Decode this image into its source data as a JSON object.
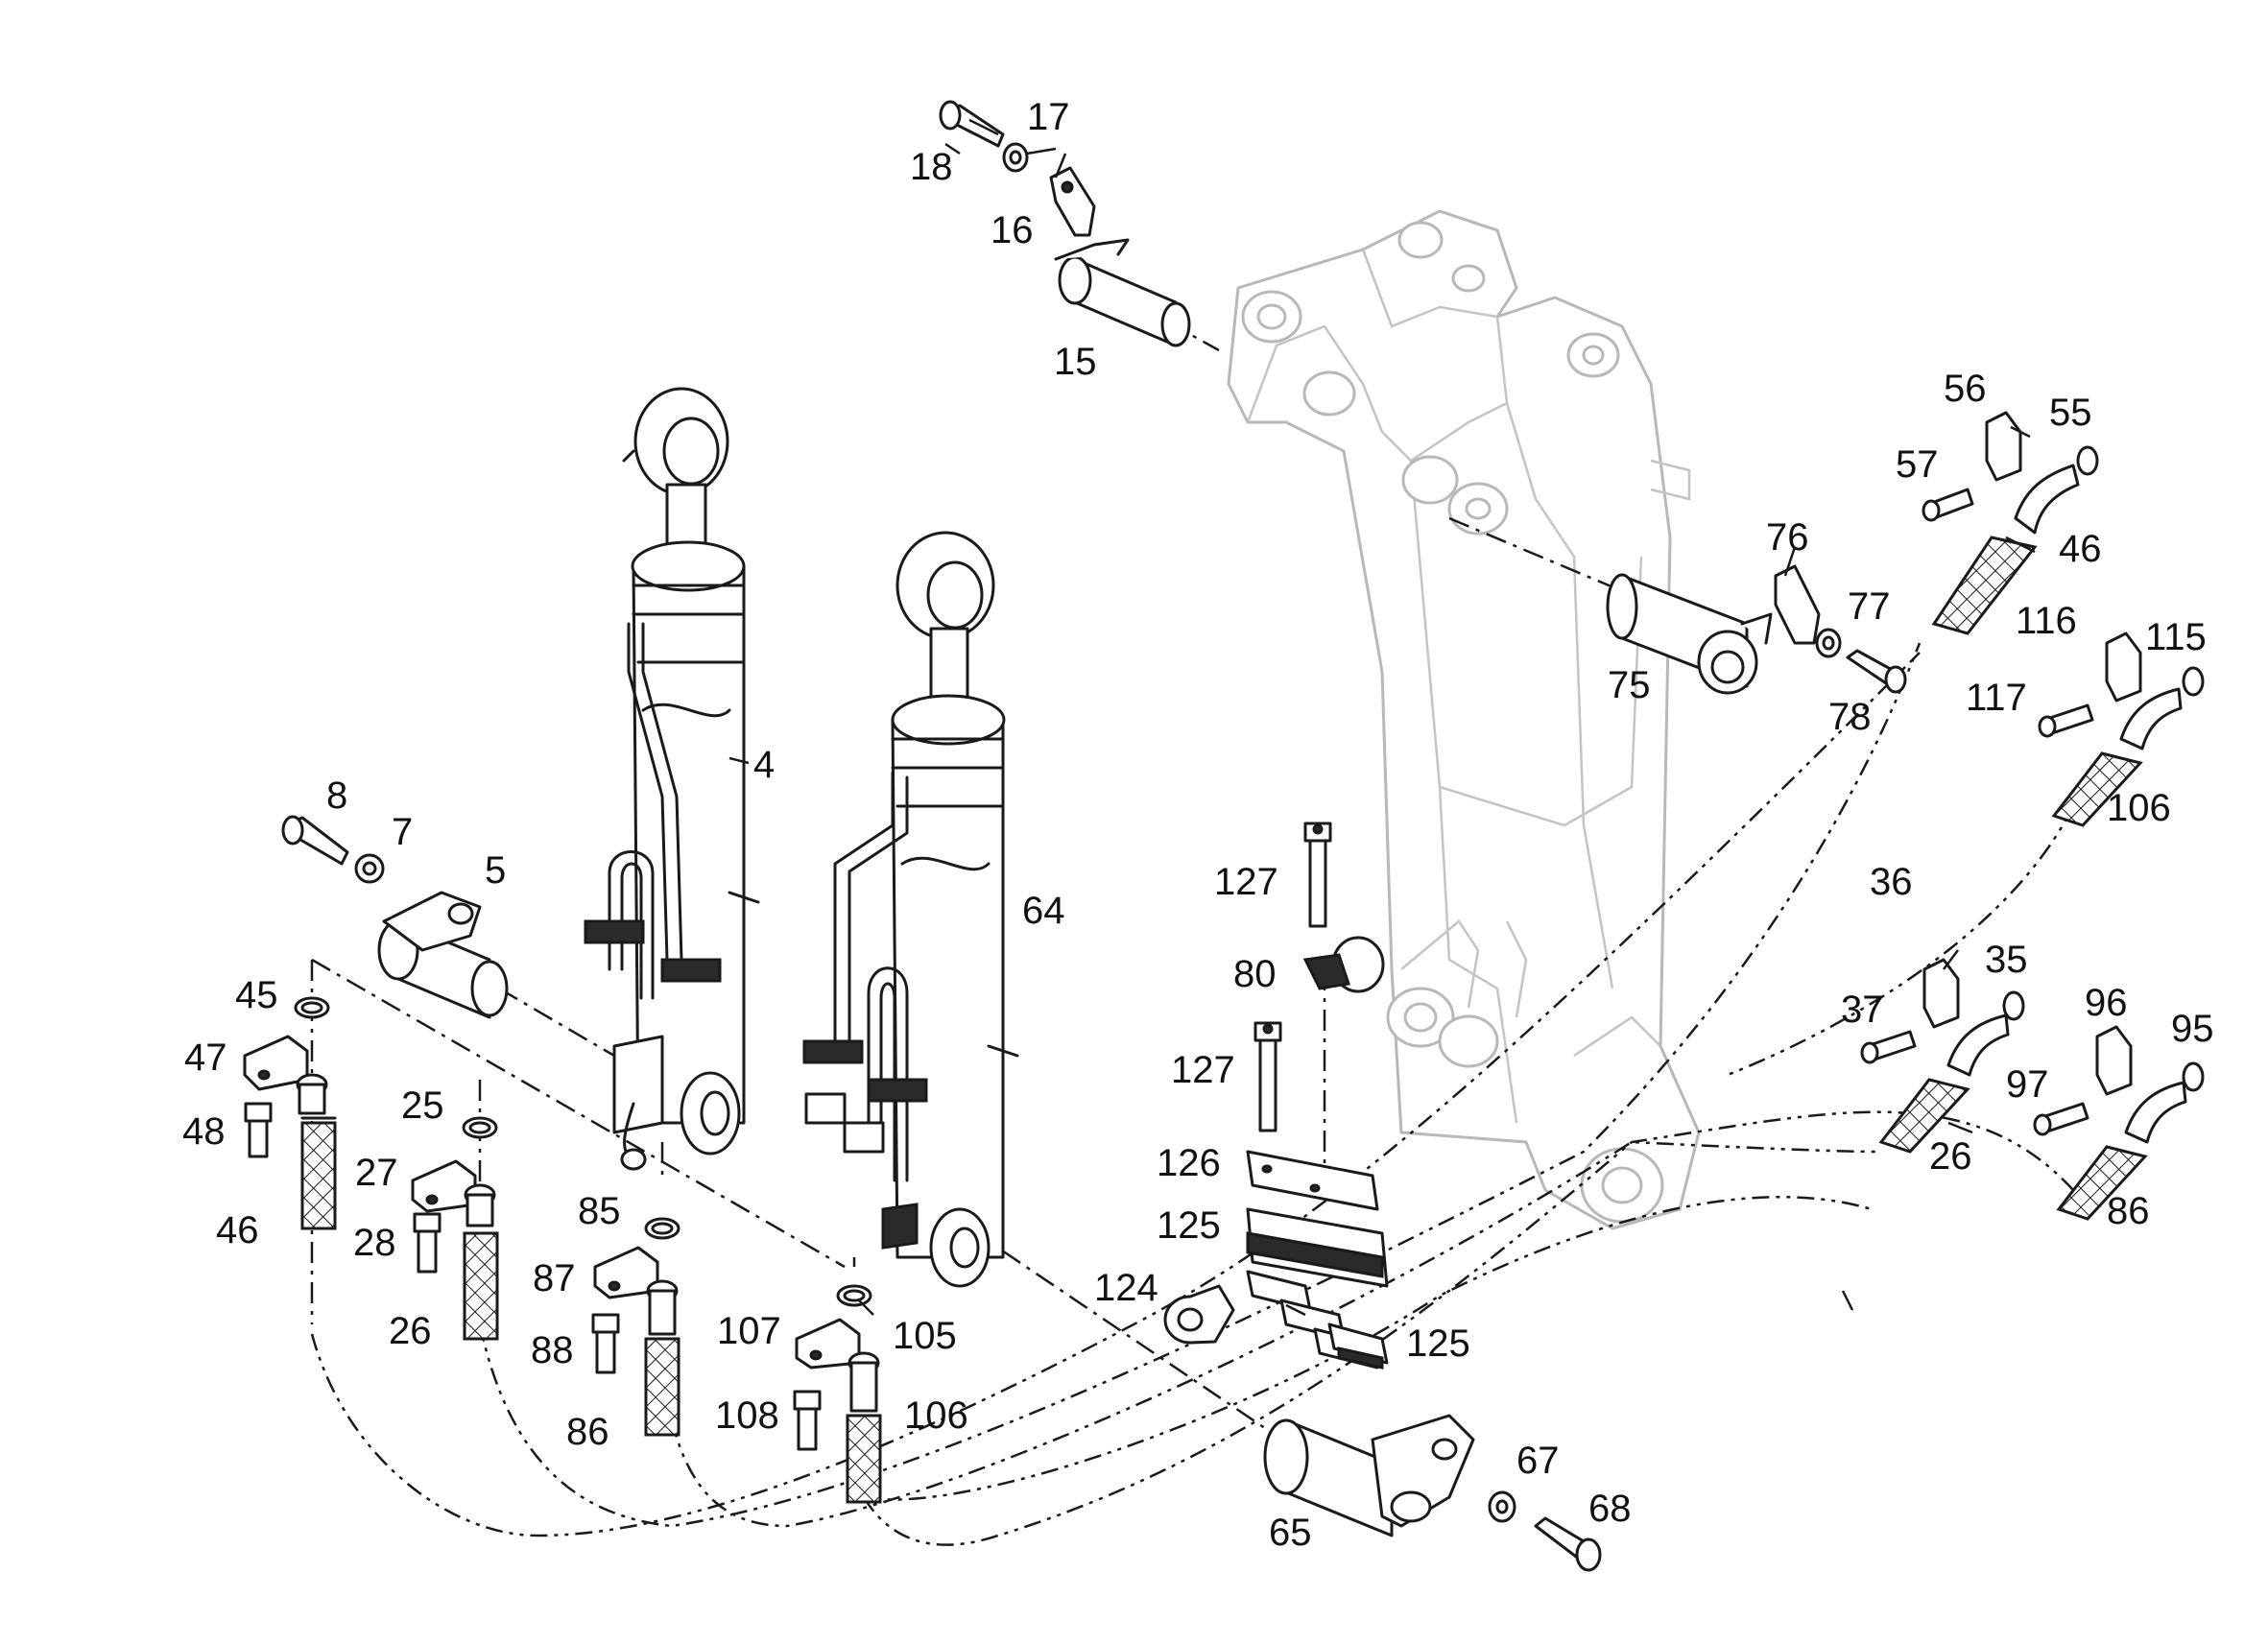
{
  "callouts": [
    {
      "id": "c18",
      "text": "18"
    },
    {
      "id": "c17",
      "text": "17"
    },
    {
      "id": "c16",
      "text": "16"
    },
    {
      "id": "c15",
      "text": "15"
    },
    {
      "id": "c4",
      "text": "4"
    },
    {
      "id": "c8",
      "text": "8"
    },
    {
      "id": "c7",
      "text": "7"
    },
    {
      "id": "c5",
      "text": "5"
    },
    {
      "id": "c64",
      "text": "64"
    },
    {
      "id": "c45",
      "text": "45"
    },
    {
      "id": "c47",
      "text": "47"
    },
    {
      "id": "c48",
      "text": "48"
    },
    {
      "id": "c46a",
      "text": "46"
    },
    {
      "id": "c25",
      "text": "25"
    },
    {
      "id": "c27",
      "text": "27"
    },
    {
      "id": "c28",
      "text": "28"
    },
    {
      "id": "c26a",
      "text": "26"
    },
    {
      "id": "c85",
      "text": "85"
    },
    {
      "id": "c87",
      "text": "87"
    },
    {
      "id": "c88",
      "text": "88"
    },
    {
      "id": "c86a",
      "text": "86"
    },
    {
      "id": "c107",
      "text": "107"
    },
    {
      "id": "c105",
      "text": "105"
    },
    {
      "id": "c108",
      "text": "108"
    },
    {
      "id": "c106a",
      "text": "106"
    },
    {
      "id": "c56",
      "text": "56"
    },
    {
      "id": "c55",
      "text": "55"
    },
    {
      "id": "c57",
      "text": "57"
    },
    {
      "id": "c46b",
      "text": "46"
    },
    {
      "id": "c76",
      "text": "76"
    },
    {
      "id": "c77",
      "text": "77"
    },
    {
      "id": "c75",
      "text": "75"
    },
    {
      "id": "c78",
      "text": "78"
    },
    {
      "id": "c116",
      "text": "116"
    },
    {
      "id": "c115",
      "text": "115"
    },
    {
      "id": "c117",
      "text": "117"
    },
    {
      "id": "c106b",
      "text": "106"
    },
    {
      "id": "c36",
      "text": "36"
    },
    {
      "id": "c35",
      "text": "35"
    },
    {
      "id": "c37",
      "text": "37"
    },
    {
      "id": "c26b",
      "text": "26"
    },
    {
      "id": "c96",
      "text": "96"
    },
    {
      "id": "c95",
      "text": "95"
    },
    {
      "id": "c97",
      "text": "97"
    },
    {
      "id": "c86b",
      "text": "86"
    },
    {
      "id": "c127a",
      "text": "127"
    },
    {
      "id": "c80",
      "text": "80"
    },
    {
      "id": "c127b",
      "text": "127"
    },
    {
      "id": "c126",
      "text": "126"
    },
    {
      "id": "c125a",
      "text": "125"
    },
    {
      "id": "c124",
      "text": "124"
    },
    {
      "id": "c125b",
      "text": "125"
    },
    {
      "id": "c65",
      "text": "65"
    },
    {
      "id": "c67",
      "text": "67"
    },
    {
      "id": "c68",
      "text": "68"
    }
  ]
}
